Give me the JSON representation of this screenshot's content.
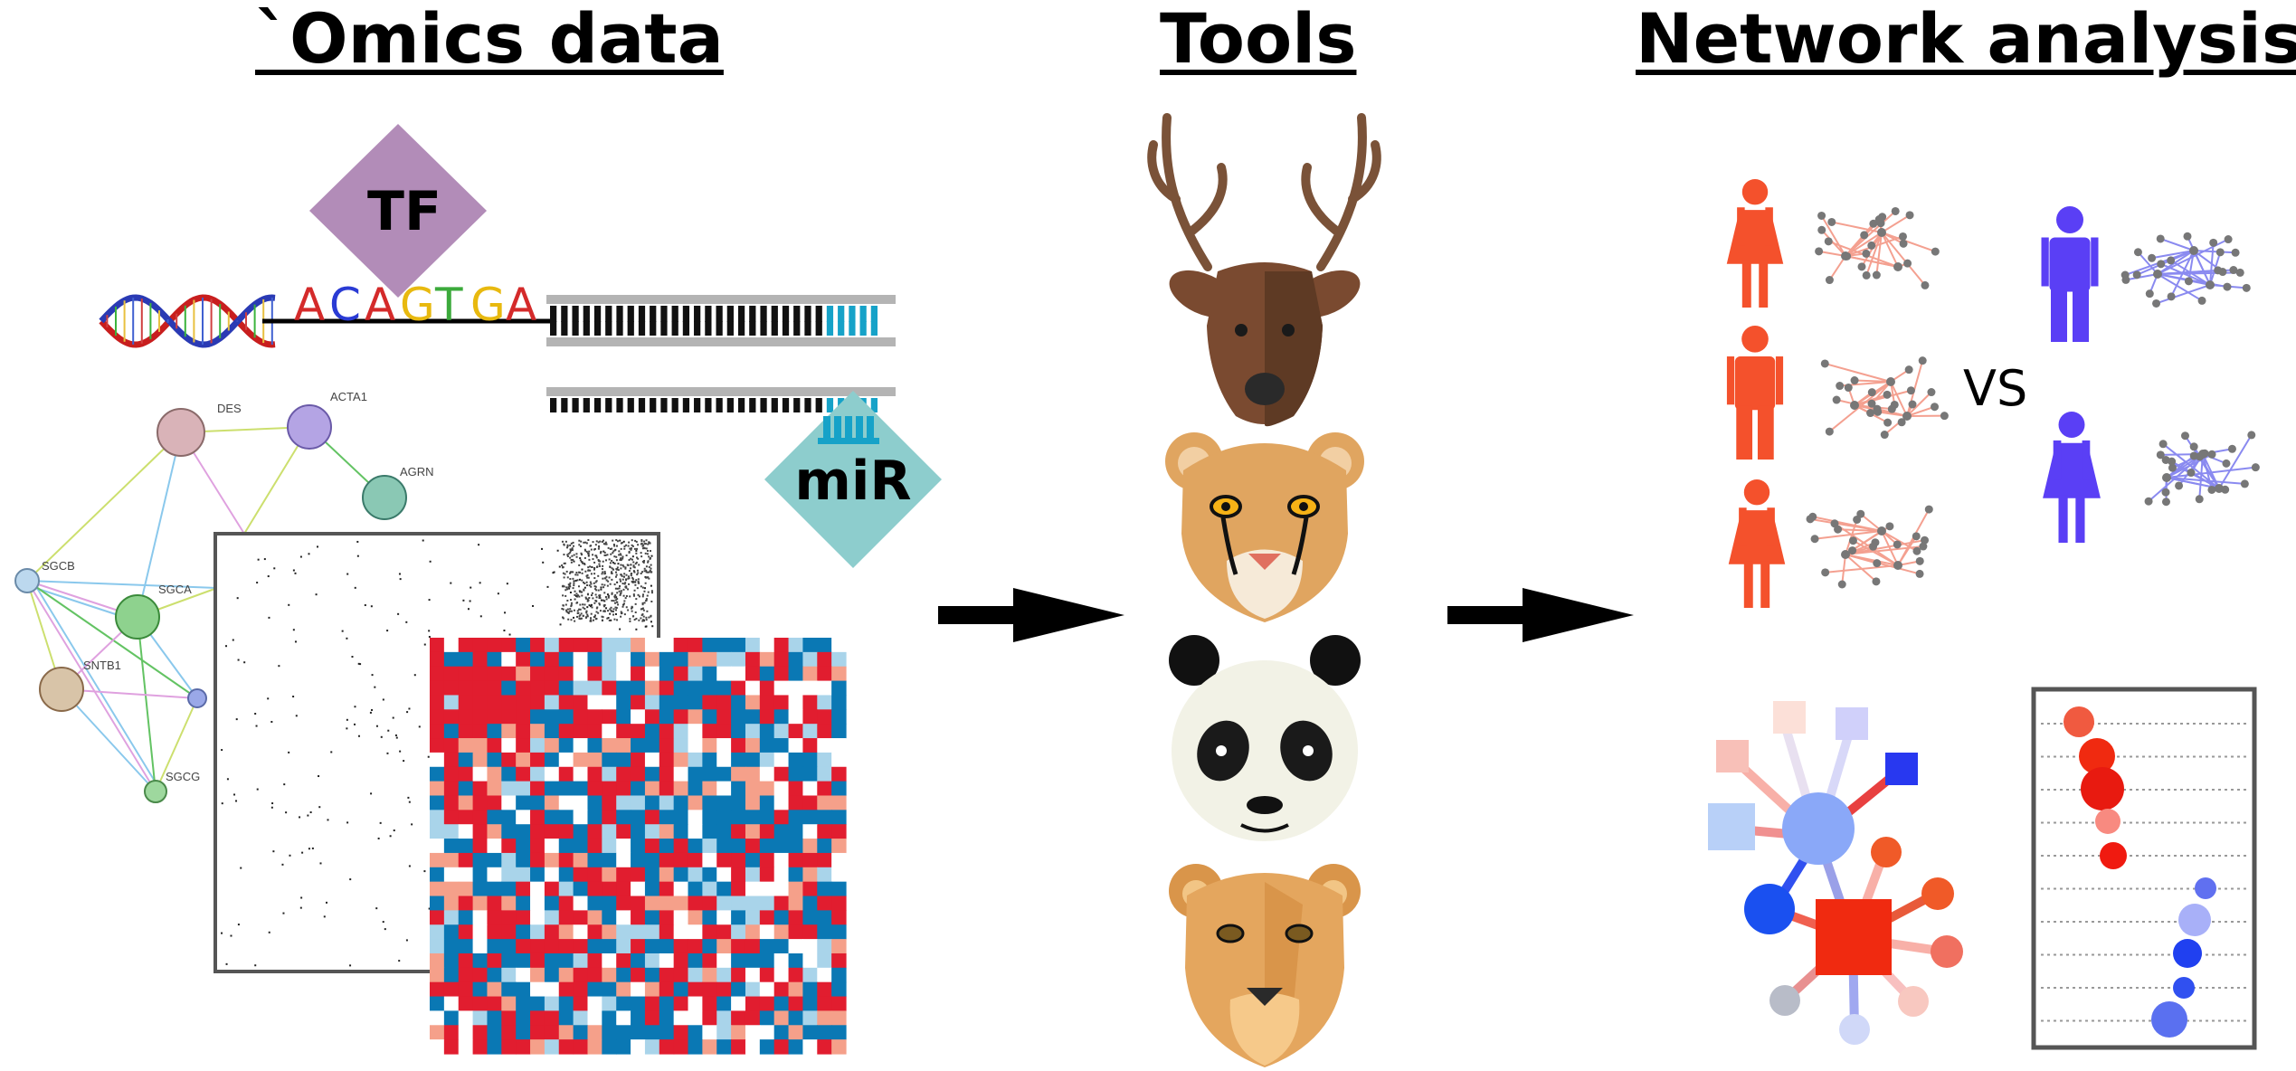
{
  "headings": {
    "omics": "`Omics data",
    "tools": "Tools",
    "network": "Network analysis"
  },
  "omics": {
    "tf_label": "TF",
    "mir_label": "miR",
    "sequence": [
      "A",
      "C",
      "A",
      "G",
      "T",
      "G",
      "A"
    ],
    "sequence_colors": [
      "#d42a2a",
      "#2a3bd4",
      "#d42a2a",
      "#e8b90f",
      "#3caa3c",
      "#e8b90f",
      "#d42a2a"
    ],
    "ppi_nodes": [
      "DES",
      "ACTA1",
      "AGRN",
      "SGCB",
      "SGCA",
      "SNTB1",
      "SGCG"
    ]
  },
  "tools": {
    "animals": [
      "deer-icon",
      "cheetah-icon",
      "panda-icon",
      "lioness-icon"
    ]
  },
  "network": {
    "comparison_label": "VS",
    "group_a_color": "#f4512c",
    "group_b_color": "#5a3ff5"
  },
  "colors": {
    "tf_diamond": "#b28cb8",
    "mir_diamond": "#8dcdcd",
    "heatmap": [
      "#e11d2f",
      "#0a78b4",
      "#ffffff",
      "#f5a08a",
      "#a9d4ea"
    ]
  }
}
